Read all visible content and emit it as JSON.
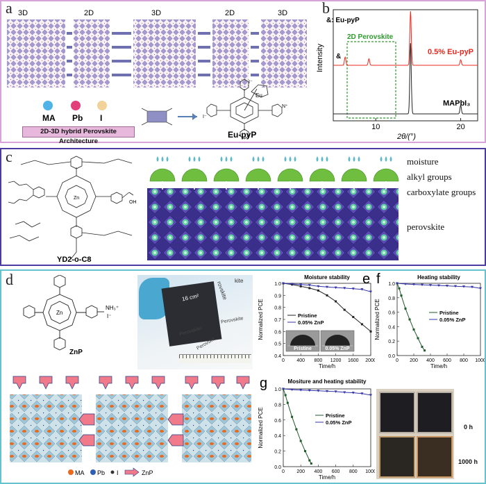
{
  "panel_a": {
    "label": "a",
    "layer_labels": [
      "3D",
      "2D",
      "3D",
      "2D",
      "3D"
    ],
    "legend": [
      "MA",
      "Pb",
      "I"
    ],
    "caption": "2D-3D hybrid Perovskite Architecture",
    "molecule": "Eu-pyP",
    "iodide": "I⁻",
    "pyridinium": "N⁺",
    "eu": "Eu"
  },
  "panel_b": {
    "label": "b",
    "annot_legend": "&: Eu-pyP",
    "box_label": "2D Perovskite",
    "amp": "&",
    "series": [
      "0.5% Eu-pyP",
      "MAPbI₃"
    ],
    "ylabel": "Intensity",
    "xlabel": "2θ/(°)",
    "xticks": [
      "10",
      "20"
    ],
    "colors": {
      "red": "#e8281e",
      "black": "#222222",
      "green": "#2f9a2f"
    }
  },
  "panel_c": {
    "label": "c",
    "molecule": "YD2-o-C8",
    "layers": [
      "moisture",
      "alkyl groups",
      "carboxylate groups",
      "perovskite"
    ],
    "zn": "Zn",
    "oh": "OH"
  },
  "panel_d": {
    "label": "d",
    "molecule": "ZnP",
    "nh3": "NH₃⁺",
    "iodide": "I⁻",
    "zn": "Zn",
    "photo_area": "16 cm²",
    "photo_texts": [
      "rovskite",
      "Perovskite",
      "Perovskite",
      "Perovskit",
      "kite"
    ],
    "legend": [
      "MA",
      "Pb",
      "I",
      "ZnP"
    ]
  },
  "panel_e": {
    "label": "e",
    "title": "Moisture stability",
    "ylabel": "Normalized PCE",
    "xlabel": "Time/h",
    "yticks": [
      "0.4",
      "0.5",
      "0.6",
      "0.7",
      "0.8",
      "0.9",
      "1.0"
    ],
    "xticks": [
      "0",
      "400",
      "800",
      "1200",
      "1600",
      "2000"
    ],
    "legend": [
      "Pristine",
      "0.05% ZnP"
    ],
    "inset": [
      "Pristine",
      "0.05% ZnP"
    ]
  },
  "panel_f": {
    "label": "f",
    "title": "Heating stability",
    "ylabel": "Normalized PCE",
    "xlabel": "Time/h",
    "yticks": [
      "0.0",
      "0.2",
      "0.4",
      "0.6",
      "0.8",
      "1.0"
    ],
    "xticks": [
      "0",
      "200",
      "400",
      "600",
      "800",
      "1000"
    ],
    "legend": [
      "Pristine",
      "0.05% ZnP"
    ]
  },
  "panel_g": {
    "label": "g",
    "title": "Mositure and heating stability",
    "ylabel": "Normalized PCE",
    "xlabel": "Time/h",
    "yticks": [
      "0.0",
      "0.2",
      "0.4",
      "0.6",
      "0.8",
      "1.0"
    ],
    "xticks": [
      "0",
      "200",
      "400",
      "600",
      "800",
      "1000"
    ],
    "legend": [
      "Pristine",
      "0.05% ZnP"
    ],
    "photo_labels": [
      "0 h",
      "1000 h"
    ]
  },
  "chart_data": [
    {
      "type": "line",
      "panel": "b",
      "xlabel": "2θ/(°)",
      "ylabel": "Intensity",
      "xlim": [
        5,
        22
      ],
      "series": [
        {
          "name": "0.5% Eu-pyP",
          "color": "#e8281e",
          "peaks": [
            [
              6.4,
              0.15
            ],
            [
              9.2,
              0.12
            ],
            [
              14.1,
              1.0
            ],
            [
              20.0,
              0.1
            ]
          ]
        },
        {
          "name": "MAPbI₃",
          "color": "#222222",
          "peaks": [
            [
              14.1,
              1.0
            ],
            [
              20.0,
              0.12
            ]
          ]
        }
      ]
    },
    {
      "type": "line",
      "panel": "e",
      "title": "Moisture stability",
      "xlabel": "Time/h",
      "ylabel": "Normalized PCE",
      "xlim": [
        0,
        2000
      ],
      "ylim": [
        0.4,
        1.0
      ],
      "series": [
        {
          "name": "Pristine",
          "color": "#222222",
          "x": [
            0,
            200,
            400,
            600,
            800,
            1000,
            1200,
            1400,
            1600,
            1800,
            2000
          ],
          "y": [
            1.0,
            0.99,
            0.975,
            0.96,
            0.94,
            0.9,
            0.85,
            0.78,
            0.72,
            0.66,
            0.6
          ]
        },
        {
          "name": "0.05% ZnP",
          "color": "#3333aa",
          "x": [
            0,
            200,
            400,
            600,
            800,
            1000,
            1200,
            1400,
            1600,
            1800,
            2000
          ],
          "y": [
            1.0,
            0.995,
            0.99,
            0.985,
            0.975,
            0.97,
            0.965,
            0.96,
            0.955,
            0.95,
            0.93
          ]
        }
      ]
    },
    {
      "type": "line",
      "panel": "f",
      "title": "Heating stability",
      "xlabel": "Time/h",
      "ylabel": "Normalized PCE",
      "xlim": [
        0,
        1000
      ],
      "ylim": [
        0,
        1.0
      ],
      "series": [
        {
          "name": "Pristine",
          "color": "#1f5a2a",
          "x": [
            0,
            25,
            50,
            100,
            150,
            200,
            250,
            300,
            330
          ],
          "y": [
            1.0,
            0.93,
            0.83,
            0.65,
            0.5,
            0.36,
            0.24,
            0.12,
            0.07
          ]
        },
        {
          "name": "0.05% ZnP",
          "color": "#3333aa",
          "x": [
            0,
            100,
            200,
            300,
            400,
            500,
            600,
            700,
            800,
            900,
            1000
          ],
          "y": [
            1.0,
            0.99,
            0.985,
            0.98,
            0.975,
            0.97,
            0.965,
            0.96,
            0.955,
            0.95,
            0.93
          ]
        }
      ]
    },
    {
      "type": "line",
      "panel": "g",
      "title": "Mositure and heating stability",
      "xlabel": "Time/h",
      "ylabel": "Normalized PCE",
      "xlim": [
        0,
        1000
      ],
      "ylim": [
        0,
        1.0
      ],
      "series": [
        {
          "name": "Pristine",
          "color": "#1f5a2a",
          "x": [
            0,
            25,
            50,
            100,
            150,
            200,
            250,
            300,
            320
          ],
          "y": [
            1.0,
            0.92,
            0.82,
            0.64,
            0.48,
            0.33,
            0.2,
            0.08,
            0.04
          ]
        },
        {
          "name": "0.05% ZnP",
          "color": "#3333aa",
          "x": [
            0,
            100,
            200,
            300,
            400,
            500,
            600,
            700,
            800,
            900,
            1000
          ],
          "y": [
            1.0,
            0.99,
            0.985,
            0.98,
            0.975,
            0.97,
            0.965,
            0.955,
            0.95,
            0.94,
            0.92
          ]
        }
      ]
    }
  ]
}
